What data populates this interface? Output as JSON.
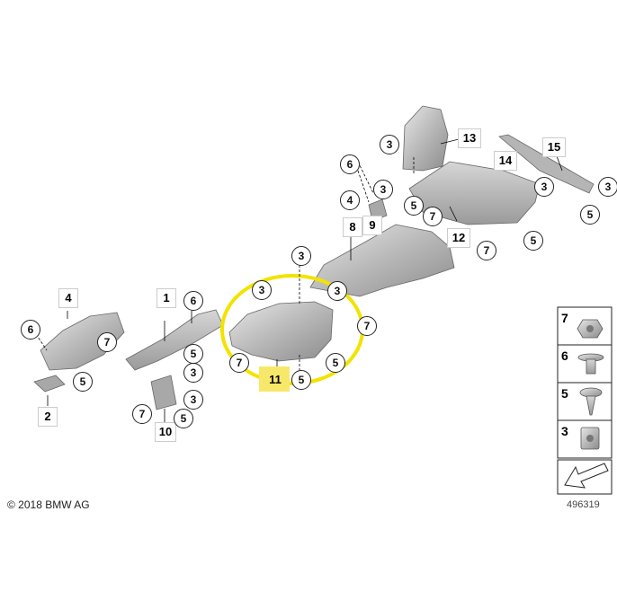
{
  "copyright": "© 2018 BMW AG",
  "diagram_id": "496319",
  "part_labels": {
    "p1": "1",
    "p2": "2",
    "p4": "4",
    "p8": "8",
    "p9": "9",
    "p10": "10",
    "p11": "11",
    "p12": "12",
    "p13": "13",
    "p14": "14",
    "p15": "15"
  },
  "callouts": {
    "c3": "3",
    "c5": "5",
    "c6": "6",
    "c7": "7",
    "c4": "4"
  },
  "legend": {
    "items": [
      {
        "label": "7",
        "part": "nut"
      },
      {
        "label": "6",
        "part": "expanding-nut"
      },
      {
        "label": "5",
        "part": "spring-nut"
      },
      {
        "label": "3",
        "part": "clip-nut"
      }
    ]
  },
  "highlight": {
    "part": "11",
    "color": "#f7e600"
  }
}
